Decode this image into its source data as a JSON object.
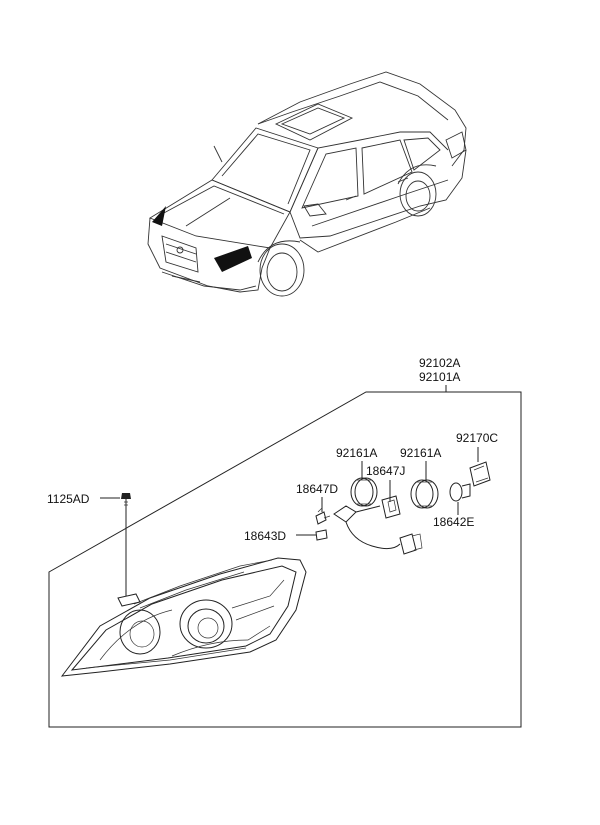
{
  "diagram": {
    "part_labels": [
      {
        "id": "assy-rh",
        "text": "92102A"
      },
      {
        "id": "assy-lh",
        "text": "92101A"
      },
      {
        "id": "socket-left",
        "text": "92161A"
      },
      {
        "id": "socket-right",
        "text": "92161A"
      },
      {
        "id": "holder",
        "text": "92170C"
      },
      {
        "id": "bulb-j",
        "text": "18647J"
      },
      {
        "id": "bulb-d",
        "text": "18647D"
      },
      {
        "id": "screw",
        "text": "1125AD"
      },
      {
        "id": "bulb-43d",
        "text": "18643D"
      },
      {
        "id": "bulb-42e",
        "text": "18642E"
      }
    ]
  }
}
